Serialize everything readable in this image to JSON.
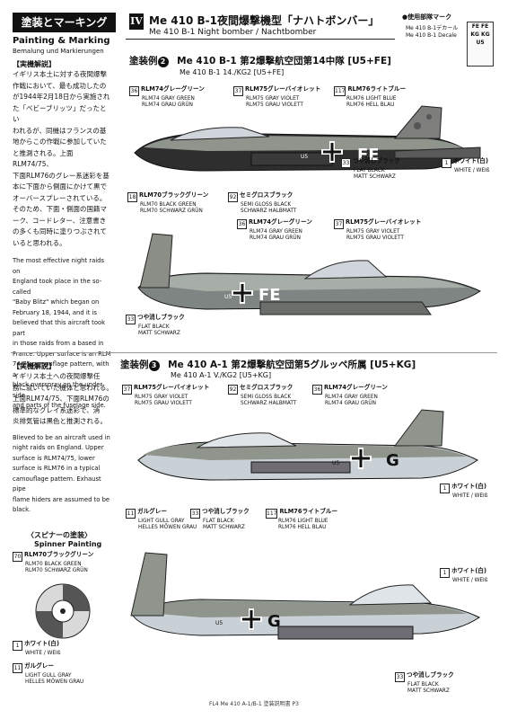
{
  "section": {
    "banner": "塗装とマーキング",
    "en": "Painting & Marking",
    "de": "Bemalung und Markierungen"
  },
  "header": {
    "roman": "IV",
    "title_jp": "Me 410 B-1夜間爆撃機型「ナハトボンバー」",
    "title_en": "Me 410 B-1 Night bomber / Nachtbomber"
  },
  "decals": {
    "title": "●使用部隊マーク",
    "line1": "Me 410 B-1デカール",
    "line2": "Me 410 B-1 Decale",
    "box_rows": [
      "FE FE",
      "KG KG",
      "U5"
    ]
  },
  "note1": {
    "head": "【実機解説】",
    "jp": [
      "イギリス本土に対する夜間爆撃",
      "作戦において、最も成功したの",
      "が1944年2月18日から実施され",
      "た「ベビーブリッツ」だったとい",
      "われるが、同機はフランスの基",
      "地からこの作戦に参加していた",
      "と推測される。上面RLM74/75、",
      "下面RLM76のグレー系迷彩を基",
      "本に下面から側面にかけて黒で",
      "オーバースプレーされている。",
      "そのため、下面・側面の国籍マ",
      "ーク、コードレター、注意書き",
      "の多くも同時に塗りつぶされて",
      "いると思われる。"
    ],
    "en": [
      "The most effective night raids on",
      "England took place in the so-called",
      "\"Baby Blitz\" which began on",
      "February 18, 1944, and it is",
      "believed that this aircraft took part",
      "in those raids from a based in",
      "France. Upper surface is an RLM",
      "74/75 camouflage pattern, with a",
      "black overspray on the under side",
      "and parts of the fuselage side."
    ]
  },
  "note2": {
    "head": "【実機解説】",
    "jp": [
      "イギリス本土への夜間爆撃任",
      "務に就いていた機体と思われる。",
      "上面RLM74/75、下面RLM76の",
      "標準的なグレイ系迷彩で、消",
      "炎排気管は黒色と推測される。"
    ],
    "en": [
      "Blieved to be an aircraft used in",
      "night raids on England. Upper",
      "surface is RLM74/75, lower",
      "surface is RLM76 in a typical",
      "camouflage pattern. Exhaust pipe",
      "flame hiders are assumed to be",
      "black."
    ]
  },
  "spinner": {
    "title_jp": "〈スピナーの塗装〉",
    "title_en": "Spinner Painting",
    "c1_num": "70",
    "c1_jp": "RLM70ブラックグリーン",
    "c1_en": "RLM70 BLACK GREEN",
    "c1_de": "RLM70 SCHWARZ GRÜN",
    "c2_num": "1",
    "c2_jp": "ホワイト(白)",
    "c2_en": "WHITE / WEIß",
    "c3_num": "11",
    "c3_jp": "ガルグレー",
    "c3_en": "LIGHT GULL GRAY",
    "c3_de": "HELLES MÖWEN GRAU"
  },
  "scheme2": {
    "label": "塗装例",
    "num": "2",
    "jp": "Me 410 B-1 第2爆撃航空団第14中隊 [U5+FE]",
    "en": "Me 410 B-1 14./KG2 [U5+FE]"
  },
  "scheme3": {
    "label": "塗装例",
    "num": "3",
    "jp": "Me 410 A-1 第2爆撃航空団第5グルッペ所属 [U5+KG]",
    "en": "Me 410 A-1 V./KG2 [U5+KG]"
  },
  "colors": {
    "c36": {
      "num": "36",
      "jp": "RLM74グレーグリーン",
      "en": "RLM74 GRAY GREEN",
      "de": "RLM74 GRAU GRÜN"
    },
    "c37": {
      "num": "37",
      "jp": "RLM75グレーバイオレット",
      "en": "RLM75 GRAY VIOLET",
      "de": "RLM75 GRAU VIOLETT"
    },
    "c117": {
      "num": "117",
      "jp": "RLM76ライトブルー",
      "en": "RLM76 LIGHT BLUE",
      "de": "RLM76 HELL BLAU"
    },
    "c18": {
      "num": "18",
      "jp": "RLM70ブラックグリーン",
      "en": "RLM70 BLACK GREEN",
      "de": "RLM70 SCHWARZ GRÜN"
    },
    "c92": {
      "num": "92",
      "jp": "セミグロスブラック",
      "en": "SEMI GLOSS BLACK",
      "de": "SCHWARZ HALBMATT"
    },
    "c33": {
      "num": "33",
      "jp": "つや消しブラック",
      "en": "FLAT BLACK",
      "de": "MATT SCHWARZ"
    },
    "c1": {
      "num": "1",
      "jp": "ホワイト(白)",
      "en": "WHITE / WEIß"
    },
    "c11": {
      "num": "11",
      "jp": "ガルグレー",
      "en": "LIGHT GULL GRAY",
      "de": "HELLES MÖWEN GRAU"
    }
  },
  "codes": {
    "p1": "FE",
    "p2": "FE",
    "p3": "G",
    "p4": "G",
    "unit": "U5"
  },
  "footer": "FL4 Me 410 A-1/B-1 塗装説明書 P3",
  "palette": {
    "gray_green": "#8f958c",
    "gray_violet": "#6e6c74",
    "light_blue": "#c9d1d6",
    "black": "#2a2a2a"
  }
}
